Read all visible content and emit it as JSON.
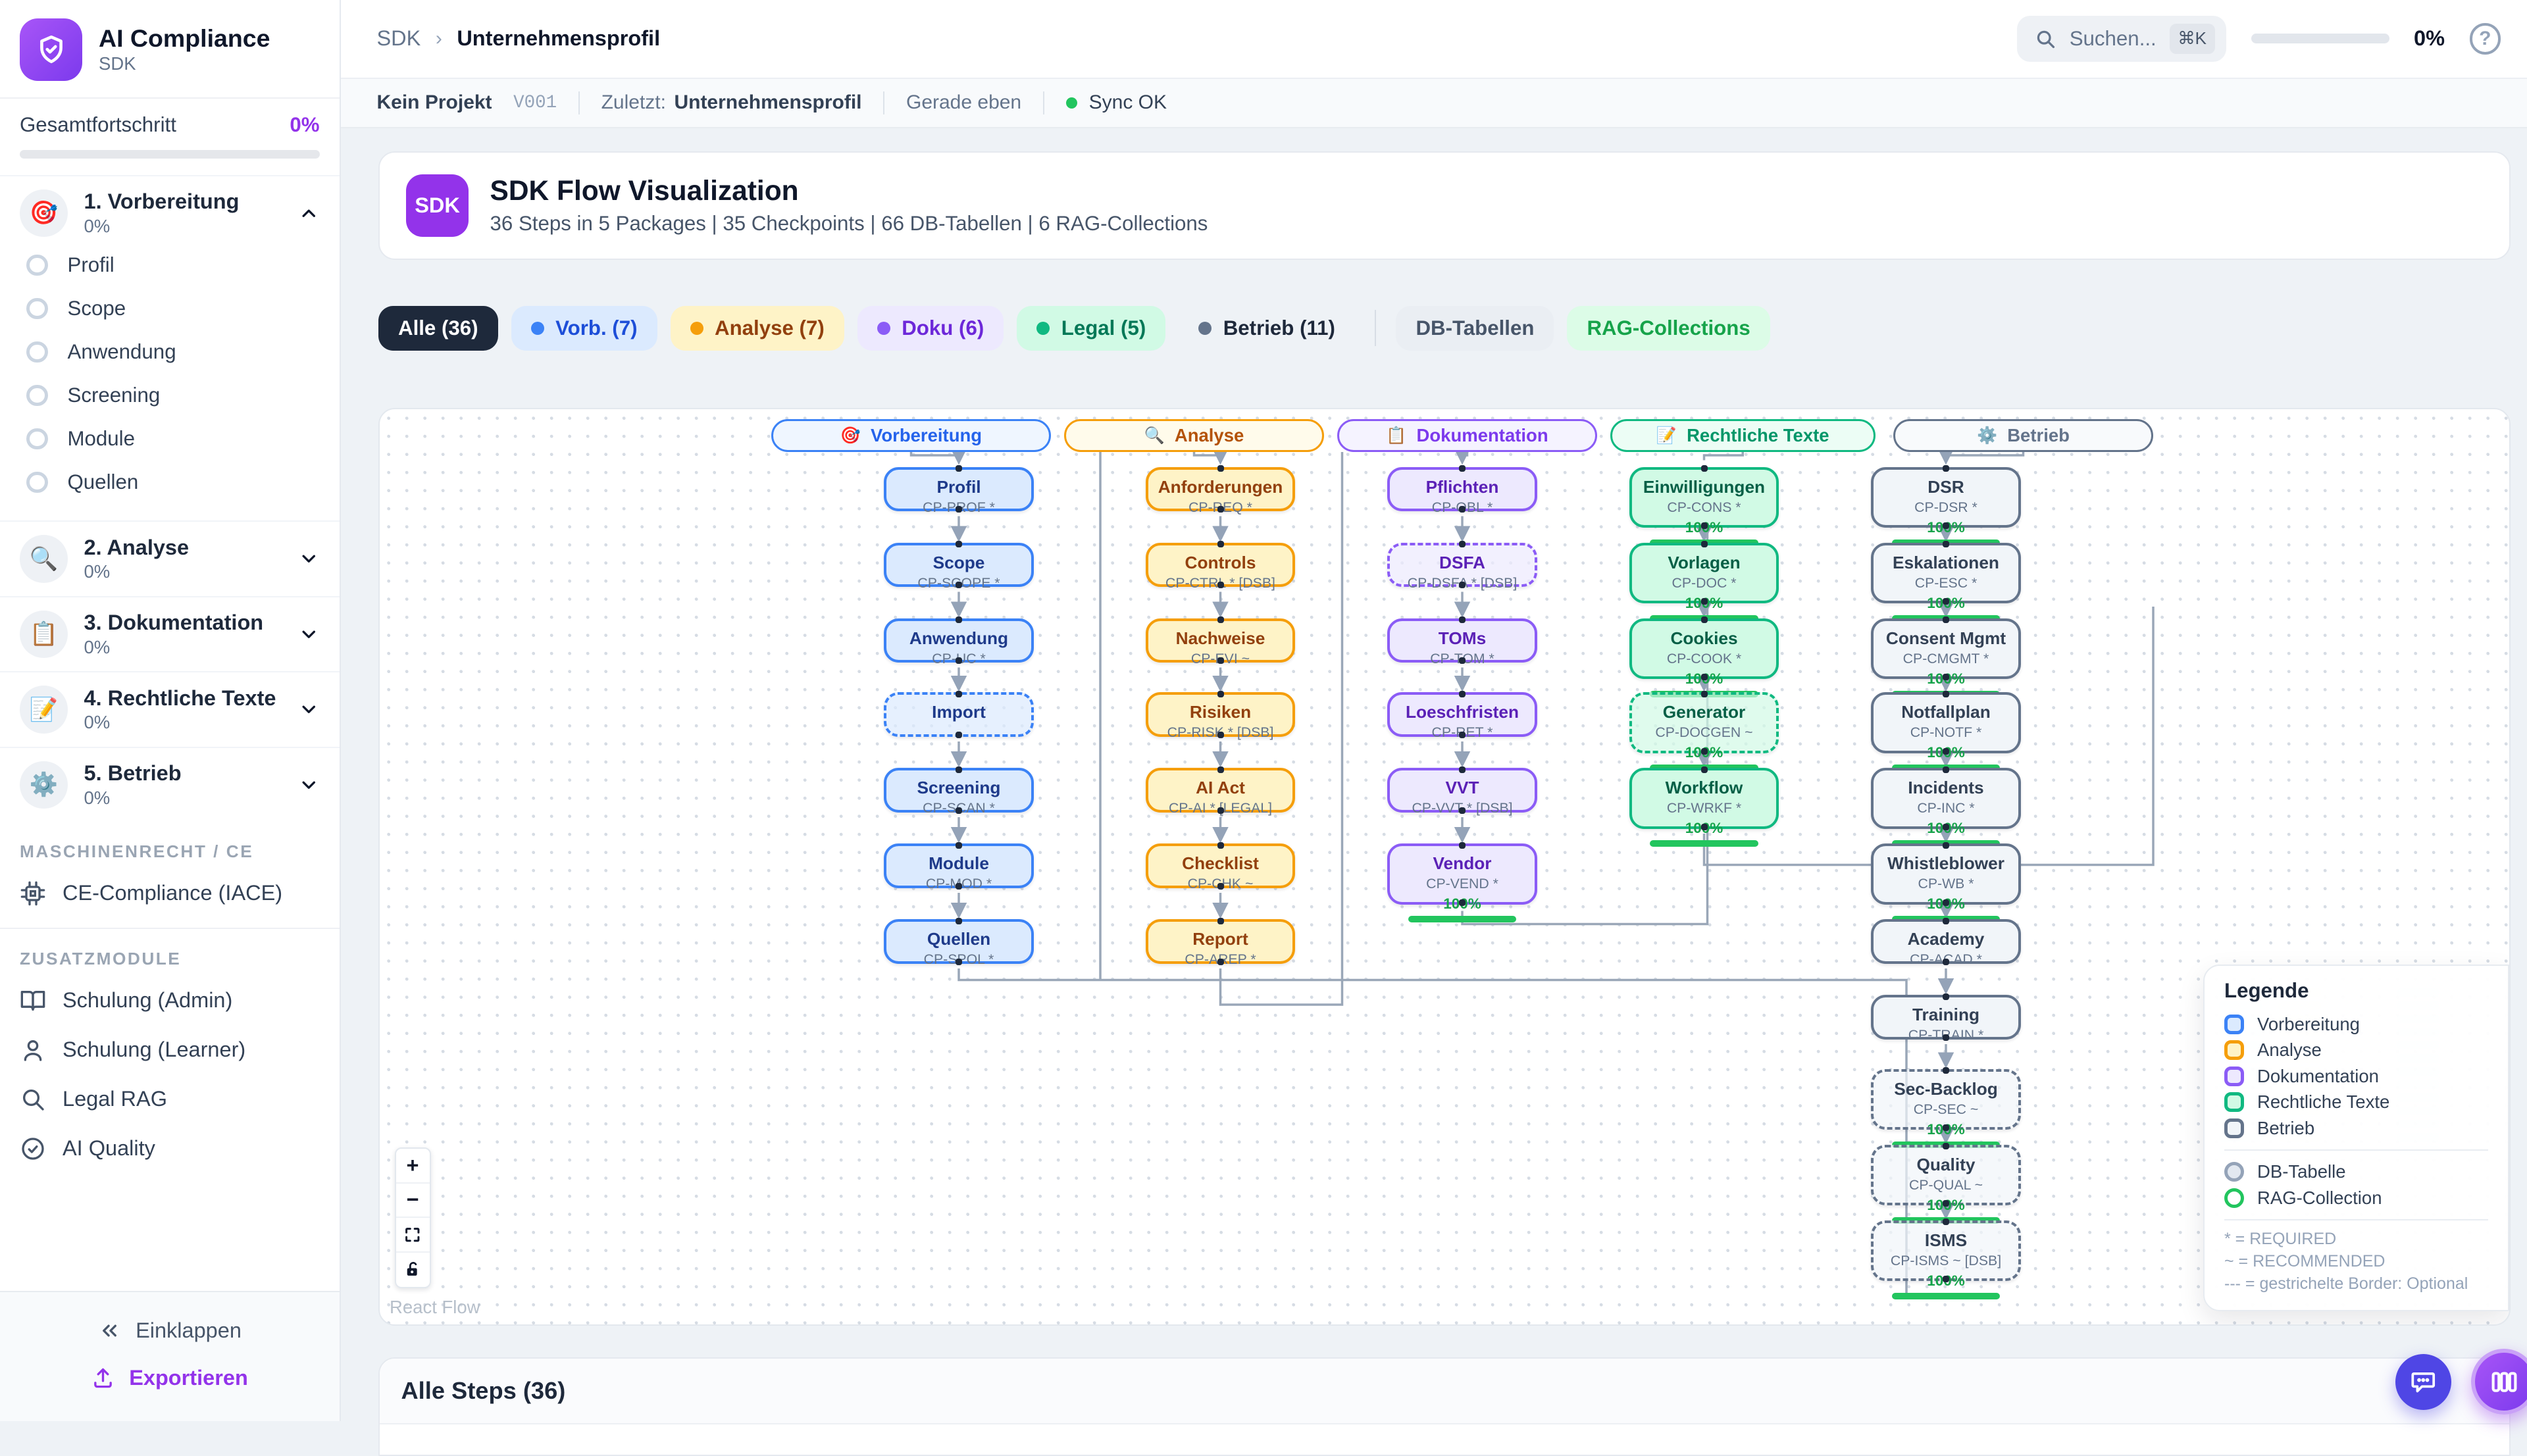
{
  "sidebar": {
    "app_title": "AI Compliance",
    "app_subtitle": "SDK",
    "overall_label": "Gesamtfortschritt",
    "overall_value": "0%",
    "phase1": {
      "emoji": "🎯",
      "label": "1. Vorbereitung",
      "pct": "0%",
      "steps": [
        "Profil",
        "Scope",
        "Anwendung",
        "Screening",
        "Module",
        "Quellen"
      ]
    },
    "phases": [
      {
        "emoji": "🔍",
        "label": "2. Analyse",
        "pct": "0%"
      },
      {
        "emoji": "📋",
        "label": "3. Dokumentation",
        "pct": "0%"
      },
      {
        "emoji": "📝",
        "label": "4. Rechtliche Texte",
        "pct": "0%"
      },
      {
        "emoji": "⚙️",
        "label": "5. Betrieb",
        "pct": "0%"
      }
    ],
    "group1_label": "MASCHINENRECHT / CE",
    "ce_item": "CE-Compliance (IACE)",
    "group2_label": "ZUSATZMODULE",
    "modules": [
      "Schulung (Admin)",
      "Schulung (Learner)",
      "Legal RAG",
      "AI Quality"
    ],
    "collapse_label": "Einklappen",
    "export_label": "Exportieren"
  },
  "header": {
    "breadcrumb": [
      "SDK",
      "Unternehmensprofil"
    ],
    "search_placeholder": "Suchen...",
    "search_kbd": "⌘K",
    "progress_value": "0%"
  },
  "statusbar": {
    "project": "Kein Projekt",
    "version": "V001",
    "last_label": "Zuletzt:",
    "last_value": "Unternehmensprofil",
    "time": "Gerade eben",
    "sync": "Sync OK"
  },
  "hero": {
    "badge": "SDK",
    "title": "SDK Flow Visualization",
    "subtitle": "36 Steps in 5 Packages | 35 Checkpoints | 66 DB-Tabellen | 6 RAG-Collections"
  },
  "filters": [
    {
      "id": "alle",
      "label": "Alle (36)",
      "bg": "#1e293b",
      "fg": "#ffffff"
    },
    {
      "id": "vorb",
      "label": "Vorb. (7)",
      "dot": "#3b82f6",
      "bg": "#dbeafe",
      "fg": "#1d4ed8"
    },
    {
      "id": "analyse",
      "label": "Analyse (7)",
      "dot": "#f59e0b",
      "bg": "#fef3c7",
      "fg": "#92400e"
    },
    {
      "id": "doku",
      "label": "Doku (6)",
      "dot": "#8b5cf6",
      "bg": "#ede9fe",
      "fg": "#6d28d9"
    },
    {
      "id": "legal",
      "label": "Legal (5)",
      "dot": "#10b981",
      "bg": "#d1fae5",
      "fg": "#047857"
    },
    {
      "id": "betrieb",
      "label": "Betrieb (11)",
      "dot": "#64748b",
      "bg": "#eef2f6",
      "fg": "#1e293b"
    },
    {
      "id": "divider"
    },
    {
      "id": "db",
      "label": "DB-Tabellen",
      "bg": "#eaeef3",
      "fg": "#475569"
    },
    {
      "id": "rag",
      "label": "RAG-Collections",
      "bg": "#dcfce7",
      "fg": "#16a34a"
    }
  ],
  "flow": {
    "packages": [
      {
        "id": "prep",
        "label": "Vorbereitung",
        "emoji": "🎯",
        "colors": {
          "border": "#3b82f6",
          "bg": "#dbeafe",
          "text": "#1e3a8a",
          "hbg": "#eff6ff",
          "htext": "#2563eb"
        },
        "nodes": [
          {
            "title": "Profil",
            "code": "CP-PROF *"
          },
          {
            "title": "Scope",
            "code": "CP-SCOPE *"
          },
          {
            "title": "Anwendung",
            "code": "CP-UC *"
          },
          {
            "title": "Import",
            "code": "",
            "dashed": true
          },
          {
            "title": "Screening",
            "code": "CP-SCAN *"
          },
          {
            "title": "Module",
            "code": "CP-MOD *"
          },
          {
            "title": "Quellen",
            "code": "CP-SPOL *"
          }
        ]
      },
      {
        "id": "analyse",
        "label": "Analyse",
        "emoji": "🔍",
        "colors": {
          "border": "#f59e0b",
          "bg": "#fef3c7",
          "text": "#92400e",
          "hbg": "#fffbeb",
          "htext": "#b45309"
        },
        "nodes": [
          {
            "title": "Anforderungen",
            "code": "CP-REQ *"
          },
          {
            "title": "Controls",
            "code": "CP-CTRL * [DSB]"
          },
          {
            "title": "Nachweise",
            "code": "CP-EVI ~"
          },
          {
            "title": "Risiken",
            "code": "CP-RISK * [DSB]"
          },
          {
            "title": "AI Act",
            "code": "CP-AI * [LEGAL]"
          },
          {
            "title": "Checklist",
            "code": "CP-CHK ~"
          },
          {
            "title": "Report",
            "code": "CP-AREP *"
          }
        ]
      },
      {
        "id": "doku",
        "label": "Dokumentation",
        "emoji": "📋",
        "colors": {
          "border": "#8b5cf6",
          "bg": "#ede9fe",
          "text": "#5b21b6",
          "hbg": "#f5f3ff",
          "htext": "#7c3aed"
        },
        "nodes": [
          {
            "title": "Pflichten",
            "code": "CP-OBL *"
          },
          {
            "title": "DSFA",
            "code": "CP-DSFA * [DSB]",
            "dashed": true
          },
          {
            "title": "TOMs",
            "code": "CP-TOM *"
          },
          {
            "title": "Loeschfristen",
            "code": "CP-RET *"
          },
          {
            "title": "VVT",
            "code": "CP-VVT * [DSB]"
          },
          {
            "title": "Vendor",
            "code": "CP-VEND *",
            "progress": "100%"
          }
        ]
      },
      {
        "id": "legal",
        "label": "Rechtliche Texte",
        "emoji": "📝",
        "colors": {
          "border": "#10b981",
          "bg": "#d1fae5",
          "text": "#065f46",
          "hbg": "#ecfdf5",
          "htext": "#059669"
        },
        "nodes": [
          {
            "title": "Einwilligungen",
            "code": "CP-CONS *",
            "progress": "100%"
          },
          {
            "title": "Vorlagen",
            "code": "CP-DOC *",
            "progress": "100%"
          },
          {
            "title": "Cookies",
            "code": "CP-COOK *",
            "progress": "100%"
          },
          {
            "title": "Generator",
            "code": "CP-DOCGEN ~",
            "progress": "100%",
            "dashed": true
          },
          {
            "title": "Workflow",
            "code": "CP-WRKF *",
            "progress": "100%"
          }
        ]
      },
      {
        "id": "betrieb",
        "label": "Betrieb",
        "emoji": "⚙️",
        "colors": {
          "border": "#64748b",
          "bg": "#f1f5f9",
          "text": "#334155",
          "hbg": "#f8fafc",
          "htext": "#64748b"
        },
        "nodes": [
          {
            "title": "DSR",
            "code": "CP-DSR *",
            "progress": "100%"
          },
          {
            "title": "Eskalationen",
            "code": "CP-ESC *",
            "progress": "100%"
          },
          {
            "title": "Consent Mgmt",
            "code": "CP-CMGMT *",
            "progress": "100%"
          },
          {
            "title": "Notfallplan",
            "code": "CP-NOTF *",
            "progress": "100%"
          },
          {
            "title": "Incidents",
            "code": "CP-INC *",
            "progress": "100%"
          },
          {
            "title": "Whistleblower",
            "code": "CP-WB *",
            "progress": "100%"
          },
          {
            "title": "Academy",
            "code": "CP-ACAD *"
          },
          {
            "title": "Training",
            "code": "CP-TRAIN *"
          },
          {
            "title": "Sec-Backlog",
            "code": "CP-SEC ~",
            "progress": "100%",
            "dashed": true
          },
          {
            "title": "Quality",
            "code": "CP-QUAL ~",
            "progress": "100%",
            "dashed": true
          },
          {
            "title": "ISMS",
            "code": "CP-ISMS ~ [DSB]",
            "progress": "100%",
            "dashed": true
          }
        ]
      }
    ]
  },
  "legend": {
    "title": "Legende",
    "shapes": [
      {
        "label": "DB-Tabelle",
        "border": "#94a3b8",
        "fill": "#e2e8f0"
      },
      {
        "label": "RAG-Collection",
        "border": "#22c55e",
        "fill": "#ffffff"
      }
    ],
    "notes": [
      "* = REQUIRED",
      "~ = RECOMMENDED",
      "--- = gestrichelte Border: Optional"
    ]
  },
  "canvas": {
    "attribution": "React Flow"
  },
  "bottom": {
    "title": "Alle Steps (36)"
  }
}
